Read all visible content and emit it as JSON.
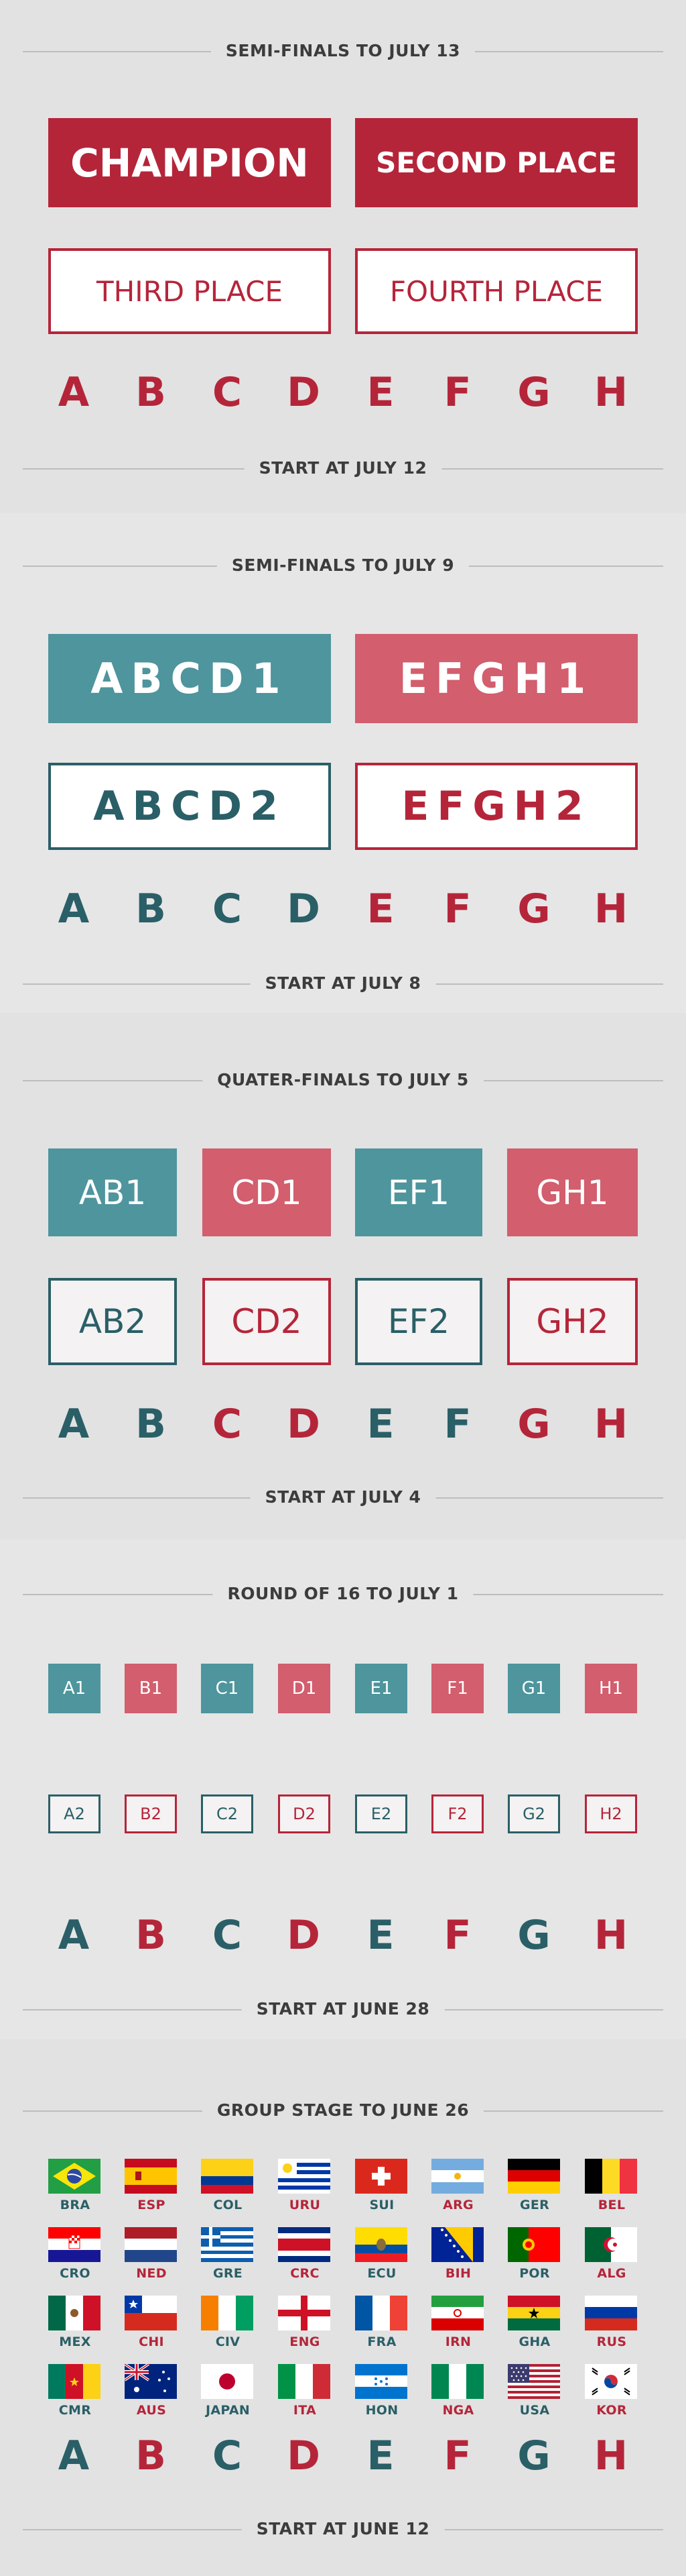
{
  "colors": {
    "red": "#b5253a",
    "teal": "#2a5f67",
    "teal_light": "#4e959d",
    "pink": "#d25e6e",
    "background": "#e2e2e2"
  },
  "letters": [
    "A",
    "B",
    "C",
    "D",
    "E",
    "F",
    "G",
    "H"
  ],
  "final": {
    "header": "SEMI-FINALS TO JULY 13",
    "champion": "CHAMPION",
    "second": "SECOND PLACE",
    "third": "THIRD PLACE",
    "fourth": "FOURTH PLACE",
    "footer": "START AT JULY 12"
  },
  "semis": {
    "header": "SEMI-FINALS TO JULY 9",
    "boxes": [
      "ABCD1",
      "EFGH1",
      "ABCD2",
      "EFGH2"
    ],
    "footer": "START AT JULY 8"
  },
  "quarters": {
    "header": "QUATER-FINALS TO JULY 5",
    "top": [
      "AB1",
      "CD1",
      "EF1",
      "GH1"
    ],
    "bottom": [
      "AB2",
      "CD2",
      "EF2",
      "GH2"
    ],
    "footer": "START AT JULY 4"
  },
  "round16": {
    "header": "ROUND OF 16 TO JULY 1",
    "top": [
      "A1",
      "B1",
      "C1",
      "D1",
      "E1",
      "F1",
      "G1",
      "H1"
    ],
    "bottom": [
      "A2",
      "B2",
      "C2",
      "D2",
      "E2",
      "F2",
      "G2",
      "H2"
    ],
    "footer": "START AT JUNE 28"
  },
  "groups": {
    "header": "GROUP STAGE TO JUNE 26",
    "rows": [
      [
        "BRA",
        "ESP",
        "COL",
        "URU",
        "SUI",
        "ARG",
        "GER",
        "BEL"
      ],
      [
        "CRO",
        "NED",
        "GRE",
        "CRC",
        "ECU",
        "BIH",
        "POR",
        "ALG"
      ],
      [
        "MEX",
        "CHI",
        "CIV",
        "ENG",
        "FRA",
        "IRN",
        "GHA",
        "RUS"
      ],
      [
        "CMR",
        "AUS",
        "JAPAN",
        "ITA",
        "HON",
        "NGA",
        "USA",
        "KOR"
      ]
    ],
    "footer": "START AT JUNE 12"
  }
}
